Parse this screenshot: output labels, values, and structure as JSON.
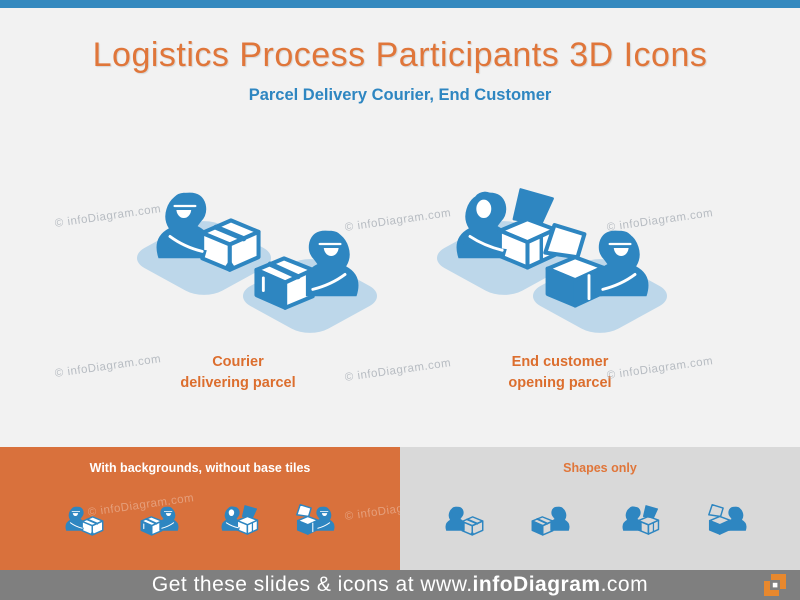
{
  "title": "Logistics Process Participants 3D Icons",
  "subtitle": "Parcel Delivery Courier, End Customer",
  "watermark": "© infoDiagram.com",
  "groups": [
    {
      "line1": "Courier",
      "line2": "delivering parcel"
    },
    {
      "line1": "End customer",
      "line2": "opening parcel"
    }
  ],
  "main_icons": [
    "courier-delivering-parcel-3d-icon",
    "courier-delivering-parcel-mirrored-3d-icon",
    "end-customer-opening-parcel-3d-icon",
    "end-customer-opening-parcel-mirrored-3d-icon"
  ],
  "panels": {
    "left_heading": "With backgrounds,  without base tiles",
    "right_heading": "Shapes only"
  },
  "footer": {
    "prefix": "Get these slides & icons at www.",
    "brand": "infoDiagram",
    "suffix": ".com"
  },
  "colors": {
    "accent_orange": "#E0763A",
    "label_orange": "#DC6E2E",
    "panel_orange": "#D9713C",
    "icon_blue": "#2E86C1",
    "tile_blue": "#BDD7EA",
    "top_bar_blue": "#3489BF",
    "panel_gray": "#D9D9D9",
    "footer_gray": "#7F7F7F",
    "background": "#F2F2F2"
  }
}
